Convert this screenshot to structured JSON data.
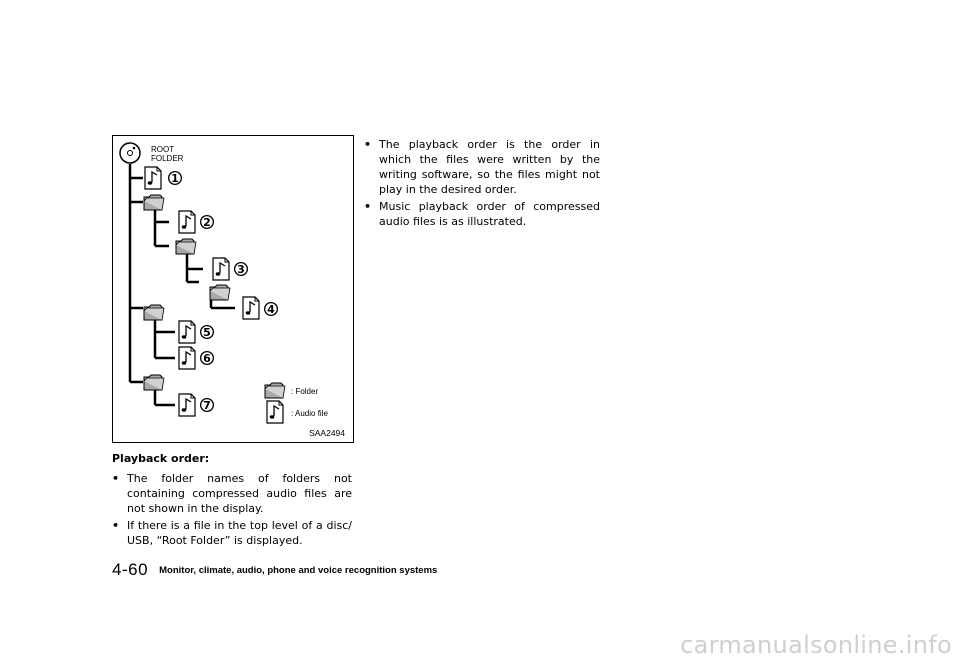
{
  "figure": {
    "root_label_line1": "ROOT",
    "root_label_line2": "FOLDER",
    "legend_folder": ": Folder",
    "legend_audio": ": Audio file",
    "code": "SAA2494",
    "file_numbers": [
      "1",
      "2",
      "3",
      "4",
      "5",
      "6",
      "7"
    ]
  },
  "heading": "Playback order:",
  "left_bullets": [
    "The folder names of folders not containing compressed audio files are not shown in the display.",
    "If there is a file in the top level of a disc/ USB, “Root Folder” is displayed."
  ],
  "right_bullets": [
    "The playback order is the order in which the files were written by the writing software, so the files might not play in the desired order.",
    "Music playback order of compressed audio files is as illustrated."
  ],
  "footer": {
    "page_number": "4-60",
    "section_title": "Monitor, climate, audio, phone and voice recognition systems"
  },
  "watermark": "carmanualsonline.info"
}
